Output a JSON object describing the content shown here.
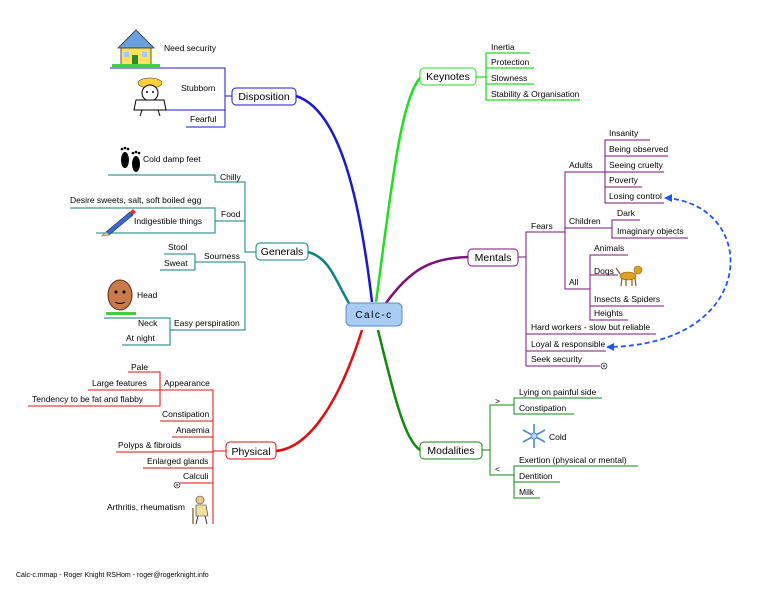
{
  "center": "Calc-c",
  "footer": "Calc-c.mmap - Roger Knight RSHom - roger@rogerknight.info",
  "disposition": {
    "title": "Disposition",
    "items": [
      "Need security",
      "Stubborn",
      "Fearful"
    ]
  },
  "generals": {
    "title": "Generals",
    "chilly": "Chilly",
    "cold_damp_feet": "Cold damp feet",
    "food": "Food",
    "food_items": [
      "Desire sweets, salt, soft boiled egg",
      "Indigestible things"
    ],
    "sourness": "Sourness",
    "sourness_items": [
      "Stool",
      "Sweat"
    ],
    "easy_perspiration": "Easy perspiration",
    "perspiration_items": [
      "Head",
      "Neck",
      "At night"
    ]
  },
  "physical": {
    "title": "Physical",
    "appearance": "Appearance",
    "appearance_items": [
      "Pale",
      "Large features",
      "Tendency to be fat and flabby"
    ],
    "items": [
      "Constipation",
      "Anaemia",
      "Polyps & fibroids",
      "Enlarged glands",
      "Calculi",
      "Arthritis, rheumatism"
    ]
  },
  "keynotes": {
    "title": "Keynotes",
    "items": [
      "Inertia",
      "Protection",
      "Slowness",
      "Stability & Organisation"
    ]
  },
  "mentals": {
    "title": "Mentals",
    "fears": "Fears",
    "adults": "Adults",
    "adults_items": [
      "Insanity",
      "Being observed",
      "Seeing cruelty",
      "Poverty",
      "Losing control"
    ],
    "children": "Children",
    "children_items": [
      "Dark",
      "Imaginary objects"
    ],
    "all": "All",
    "all_items": [
      "Animals",
      "Dogs",
      "Insects & Spiders",
      "Heights"
    ],
    "items": [
      "Hard workers - slow but reliable",
      "Loyal & responsible",
      "Seek security"
    ]
  },
  "modalities": {
    "title": "Modalities",
    "worse_symbol": ">",
    "worse_items": [
      "Lying on painful side",
      "Constipation"
    ],
    "cold": "Cold",
    "better_symbol": "<",
    "better_items": [
      "Exertion (physical or mental)",
      "Dentition",
      "Milk"
    ]
  },
  "colors": {
    "disposition": "#1a1acc",
    "generals": "#0f7f7f",
    "physical": "#e01010",
    "keynotes": "#22dd22",
    "mentals": "#7a137a",
    "modalities": "#118811",
    "center_fill": "#a9cdf2",
    "link": "#2255ee"
  }
}
